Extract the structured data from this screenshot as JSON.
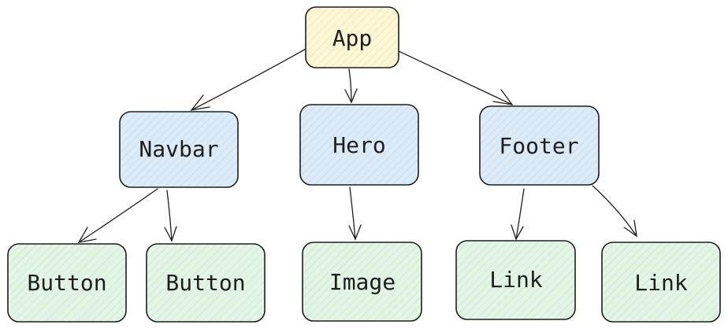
{
  "diagram": {
    "type": "tree",
    "colors": {
      "root_fill": "#fdf7d6",
      "level1_fill": "#dcebf8",
      "leaf_fill": "#e3f5e4",
      "stroke": "#1e1e1e"
    },
    "nodes": [
      {
        "id": "app",
        "label": "App",
        "level": "root"
      },
      {
        "id": "navbar",
        "label": "Navbar",
        "level": "level1"
      },
      {
        "id": "hero",
        "label": "Hero",
        "level": "level1"
      },
      {
        "id": "footer",
        "label": "Footer",
        "level": "level1"
      },
      {
        "id": "button-1",
        "label": "Button",
        "level": "leaf"
      },
      {
        "id": "button-2",
        "label": "Button",
        "level": "leaf"
      },
      {
        "id": "image",
        "label": "Image",
        "level": "leaf"
      },
      {
        "id": "link-1",
        "label": "Link",
        "level": "leaf"
      },
      {
        "id": "link-2",
        "label": "Link",
        "level": "leaf"
      }
    ],
    "edges": [
      {
        "from": "app",
        "to": "navbar"
      },
      {
        "from": "app",
        "to": "hero"
      },
      {
        "from": "app",
        "to": "footer"
      },
      {
        "from": "navbar",
        "to": "button-1"
      },
      {
        "from": "navbar",
        "to": "button-2"
      },
      {
        "from": "hero",
        "to": "image"
      },
      {
        "from": "footer",
        "to": "link-1"
      },
      {
        "from": "footer",
        "to": "link-2"
      }
    ]
  }
}
